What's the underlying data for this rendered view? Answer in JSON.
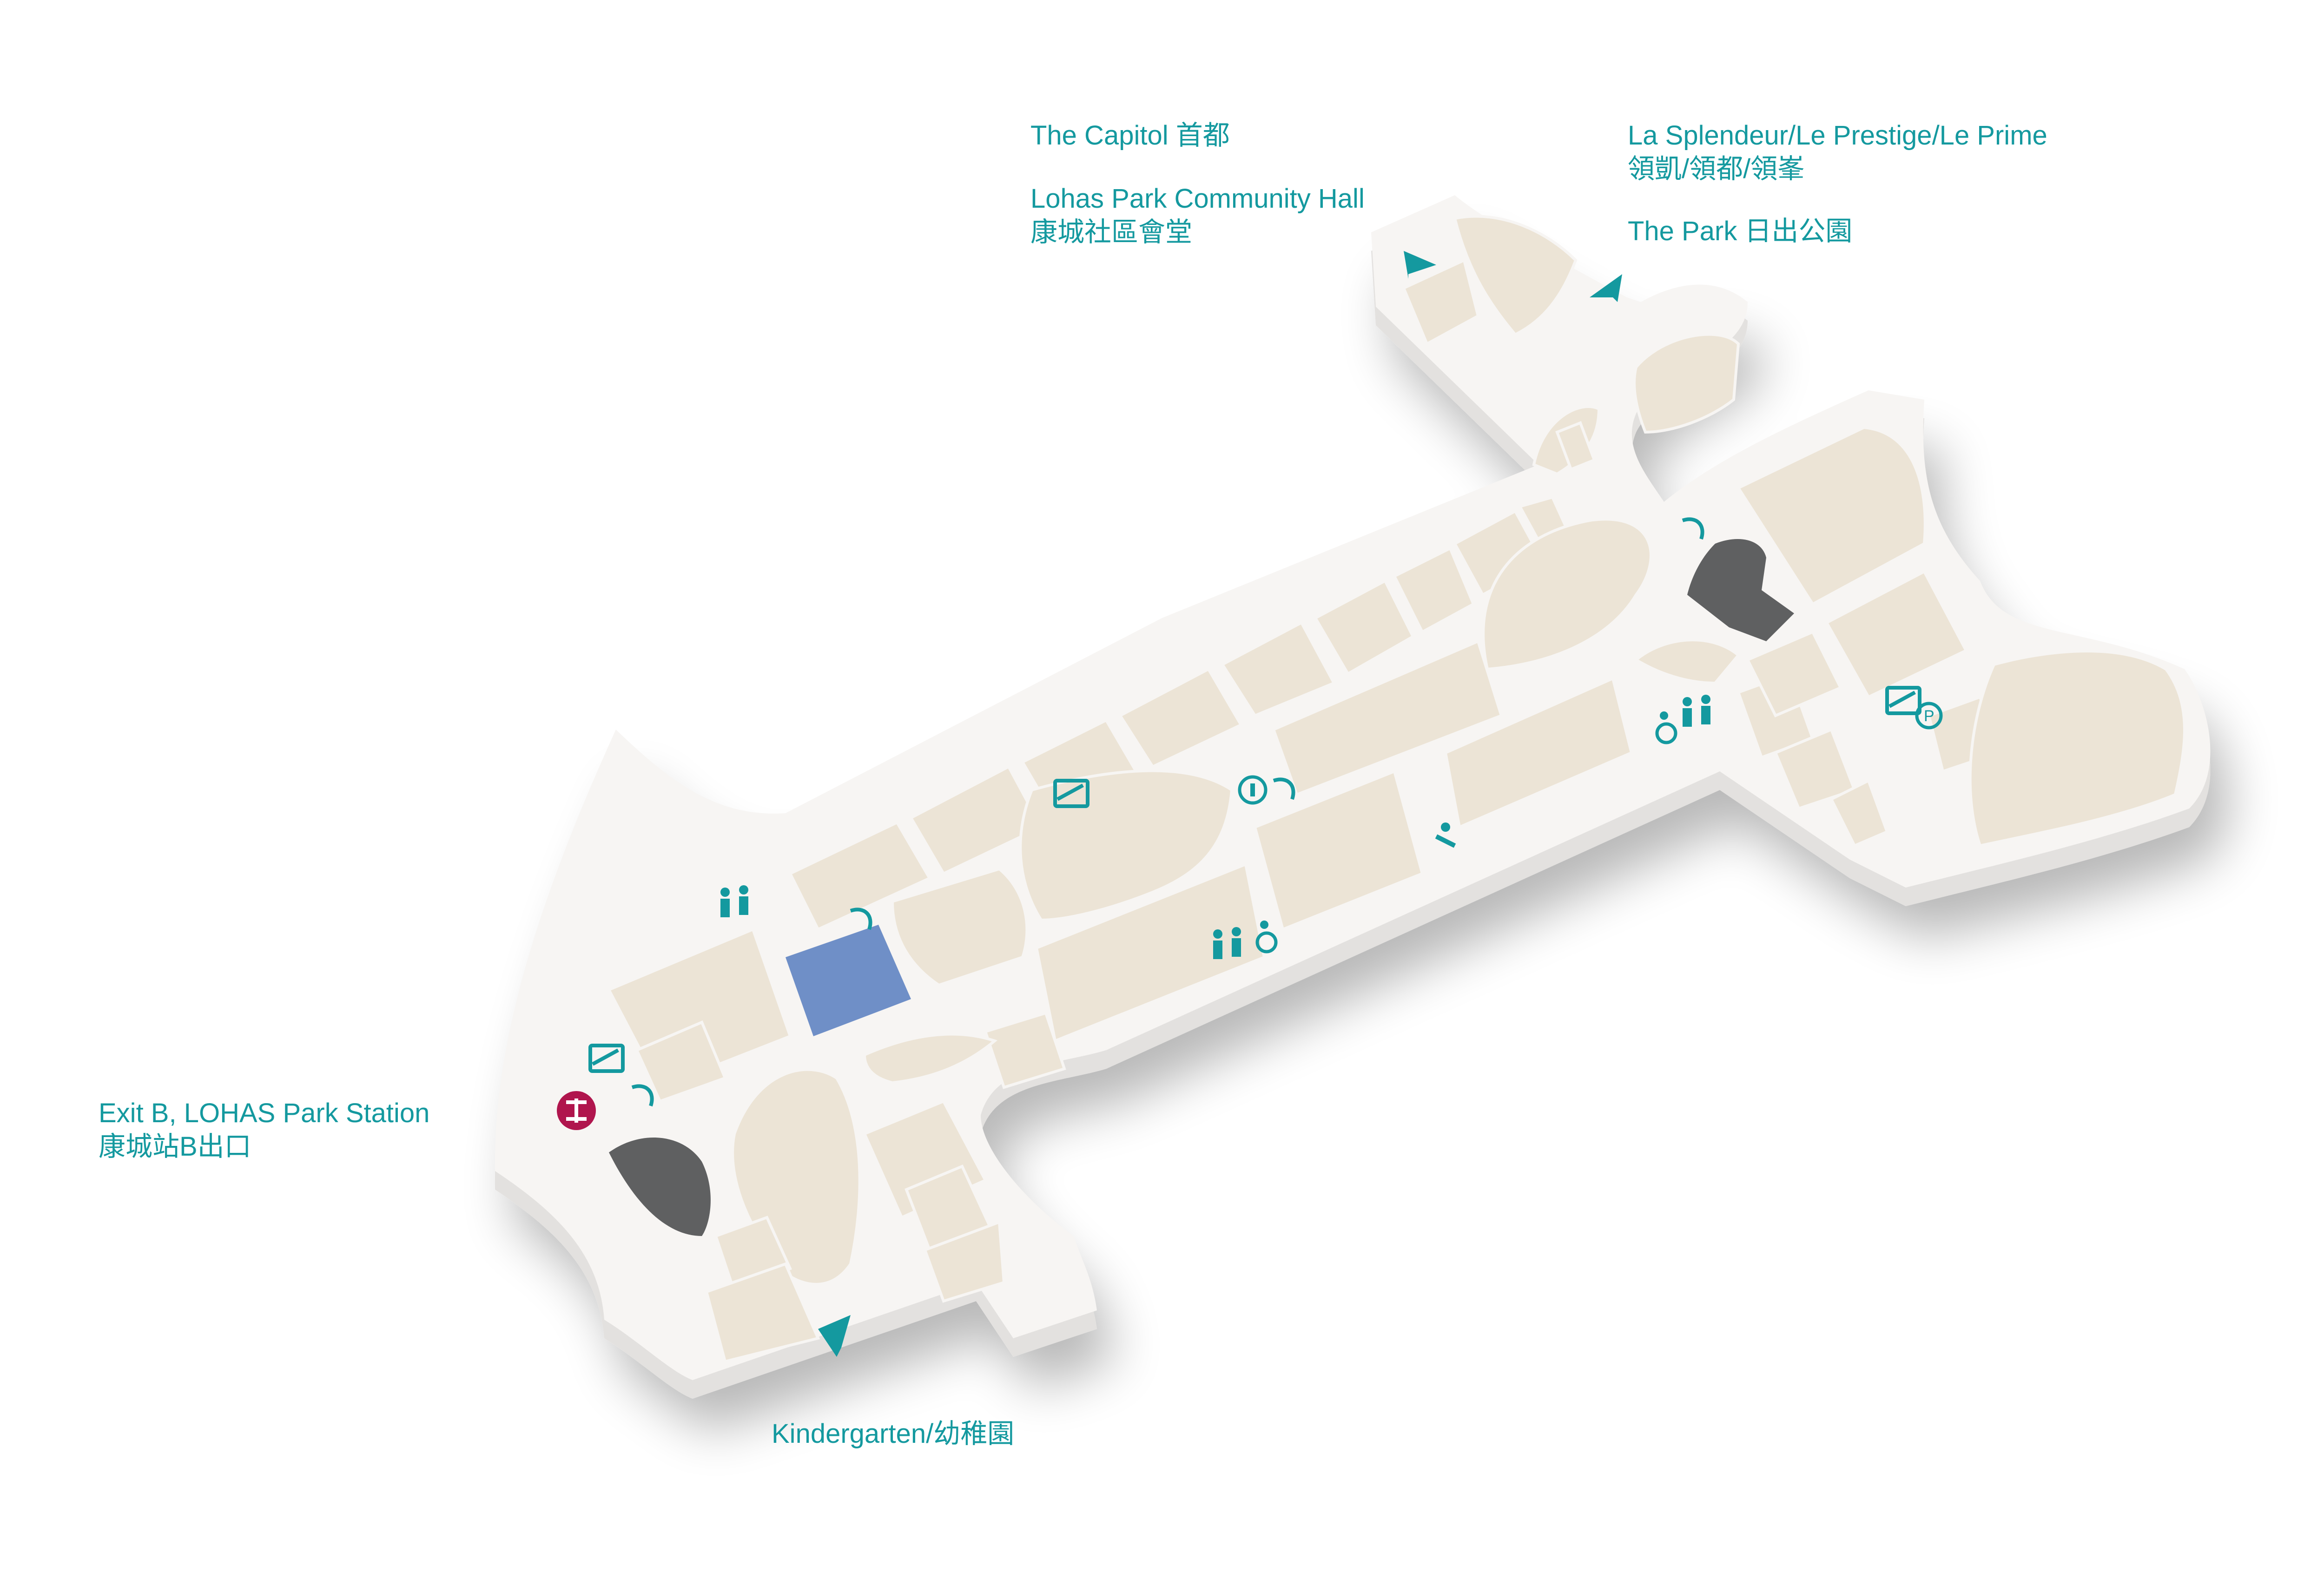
{
  "colors": {
    "accent": "#14999f",
    "floor": "#f7f5f3",
    "shop": "#ece4d6",
    "void": "#5f6061",
    "highlight": "#6f8fc7",
    "mtr": "#b0154d"
  },
  "destinations": {
    "capitol": {
      "en": "The Capitol 首都"
    },
    "hall": {
      "en": "Lohas Park Community Hall",
      "zh": "康城社區會堂"
    },
    "splendeur": {
      "en": "La Splendeur/Le Prestige/Le Prime",
      "zh": "領凱/領都/領峯"
    },
    "park": {
      "en": "The Park 日出公園"
    },
    "exit_b": {
      "en": "Exit B, LOHAS Park Station",
      "zh": "康城站B出口"
    },
    "kindergarten": {
      "en": "Kindergarten/幼稚園"
    }
  },
  "icons": [
    "mtr-logo-icon",
    "escalator-icon",
    "lift-icon",
    "toilet-icon",
    "accessible-toilet-icon",
    "baby-care-icon",
    "information-icon",
    "parking-icon",
    "direction-arrow-icon"
  ]
}
